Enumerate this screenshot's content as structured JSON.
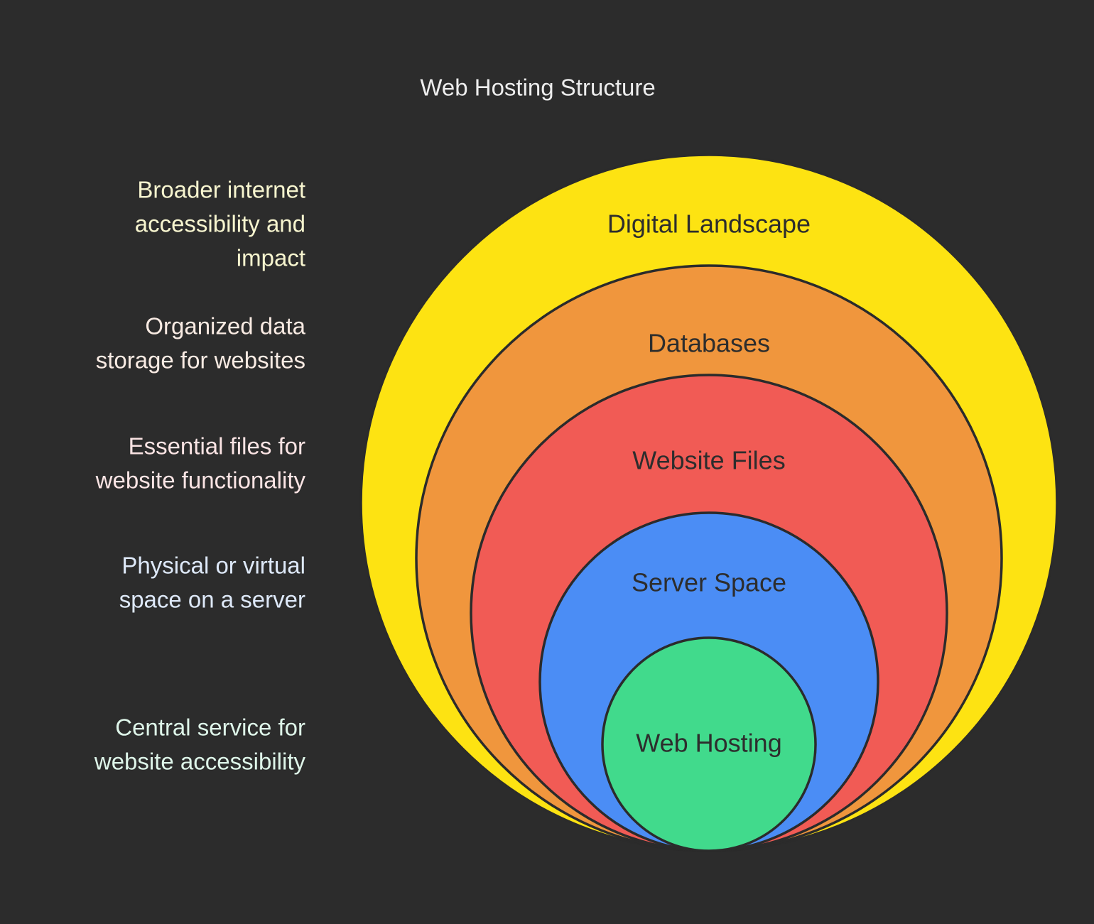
{
  "title": "Web Hosting Structure",
  "colors": {
    "background": "#2c2c2c",
    "ring_stroke": "#2b2b2b",
    "title_text": "#ededed",
    "ring_label_text": "#2d2d2d"
  },
  "rings": [
    {
      "label": "Digital Landscape",
      "fill": "#fde312",
      "description_color": "#f7f5cf",
      "description_lines": [
        "Broader internet",
        "accessibility and",
        "impact"
      ]
    },
    {
      "label": "Databases",
      "fill": "#f0963d",
      "description_color": "#f9ebe3",
      "description_lines": [
        "Organized data",
        "storage for websites"
      ]
    },
    {
      "label": "Website Files",
      "fill": "#f15b55",
      "description_color": "#fbe4e4",
      "description_lines": [
        "Essential files for",
        "website functionality"
      ]
    },
    {
      "label": "Server Space",
      "fill": "#4b8df5",
      "description_color": "#dee9f9",
      "description_lines": [
        "Physical or virtual",
        "space on a server"
      ]
    },
    {
      "label": "Web Hosting",
      "fill": "#41da8c",
      "description_color": "#def5e9",
      "description_lines": [
        "Central service for",
        "website accessibility"
      ]
    }
  ]
}
